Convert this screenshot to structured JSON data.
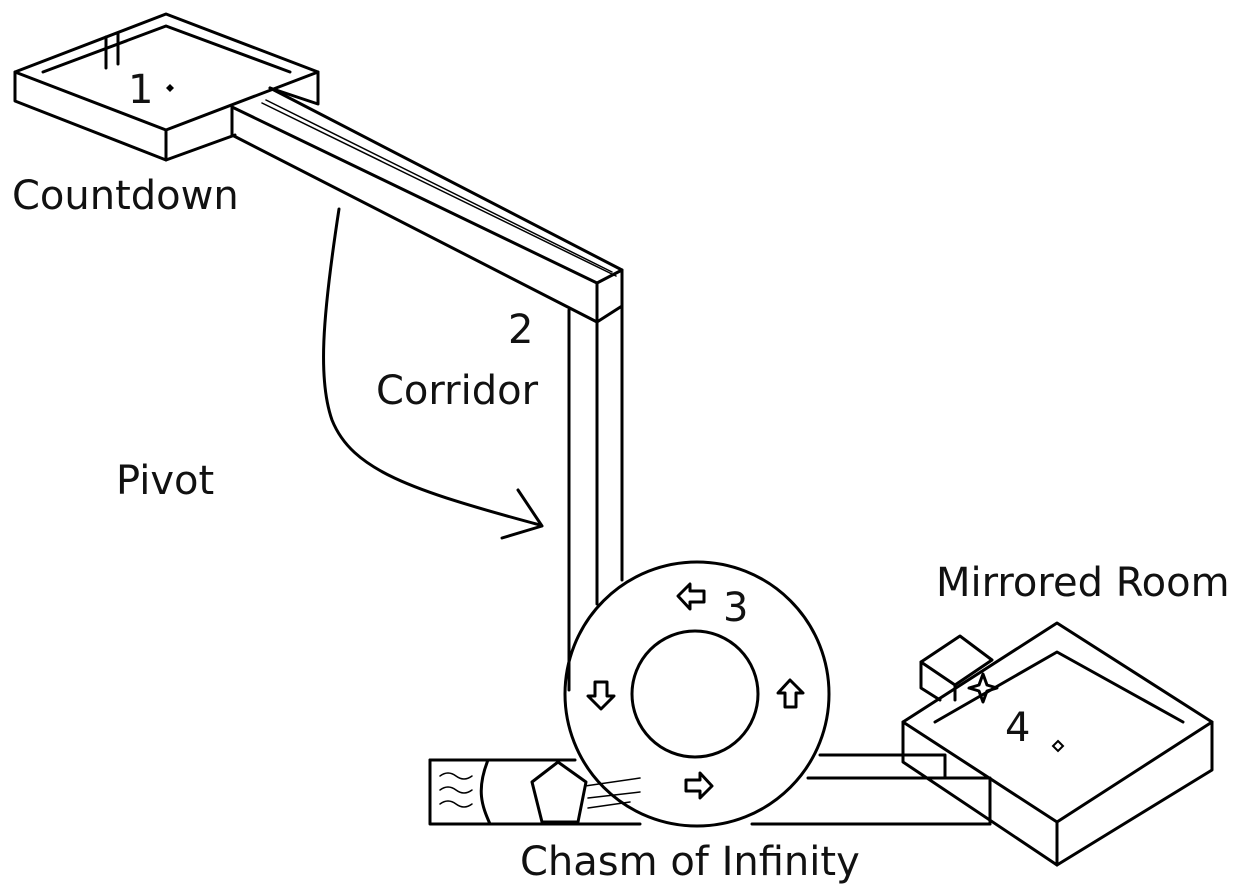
{
  "diagram": {
    "rooms": [
      {
        "number": "1",
        "name": "Countdown"
      },
      {
        "number": "2",
        "name": "Corridor"
      },
      {
        "number": "3",
        "name": ""
      },
      {
        "number": "4",
        "name": "Mirrored Room"
      }
    ],
    "pivot_label": "Pivot",
    "chasm_label": "Chasm of Infinity",
    "colors": {
      "ink": "#000000",
      "background": "#ffffff"
    }
  }
}
